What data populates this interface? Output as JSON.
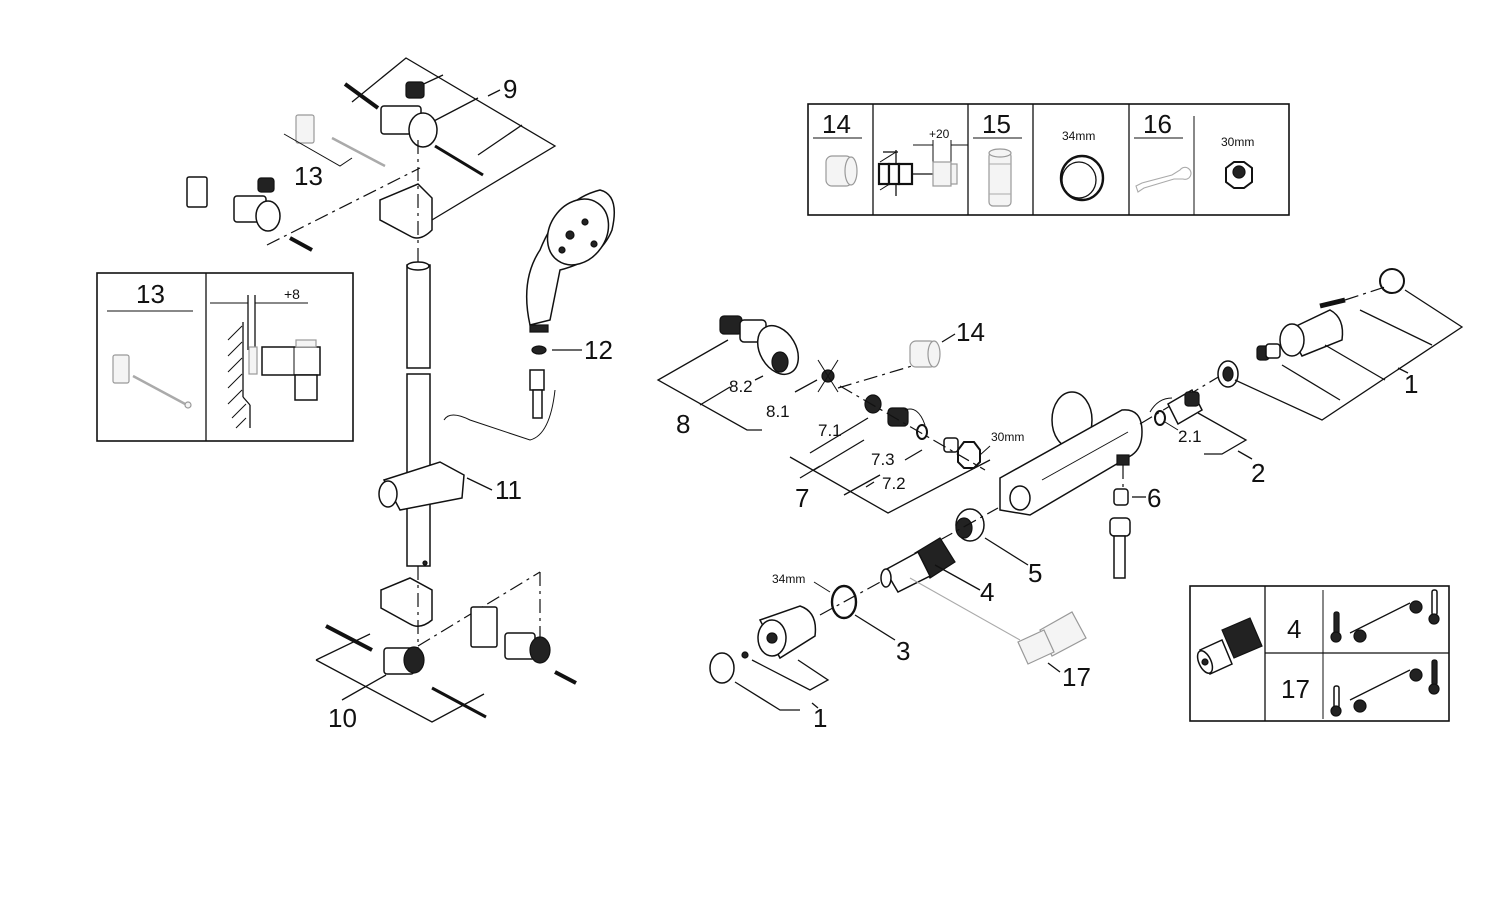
{
  "diagram": {
    "type": "exploded-parts-view",
    "callouts": {
      "p1_right": "1",
      "p1_left": "1",
      "p2": "2",
      "p2_1": "2.1",
      "p3": "3",
      "p4": "4",
      "p5": "5",
      "p6": "6",
      "p7": "7",
      "p7_1": "7.1",
      "p7_2": "7.2",
      "p7_3": "7.3",
      "p8": "8",
      "p8_1": "8.1",
      "p8_2": "8.2",
      "p9": "9",
      "p10": "10",
      "p11": "11",
      "p12": "12",
      "p13": "13",
      "p14": "14",
      "p17": "17"
    },
    "dimensions": {
      "nut_30mm": "30mm",
      "ring_34mm": "34mm"
    },
    "accessory_table": {
      "cells": [
        {
          "number": "14",
          "note": ""
        },
        {
          "number": "",
          "note": "+20"
        },
        {
          "number": "15",
          "note": ""
        },
        {
          "number": "",
          "note": "34mm"
        },
        {
          "number": "16",
          "note": ""
        },
        {
          "number": "",
          "note": "30mm"
        }
      ]
    },
    "wall_spacer_box": {
      "number": "13",
      "note": "+8"
    },
    "cartridge_table": {
      "rows": [
        {
          "number": "4",
          "orientation": "hot-left"
        },
        {
          "number": "17",
          "orientation": "hot-right"
        }
      ]
    }
  }
}
